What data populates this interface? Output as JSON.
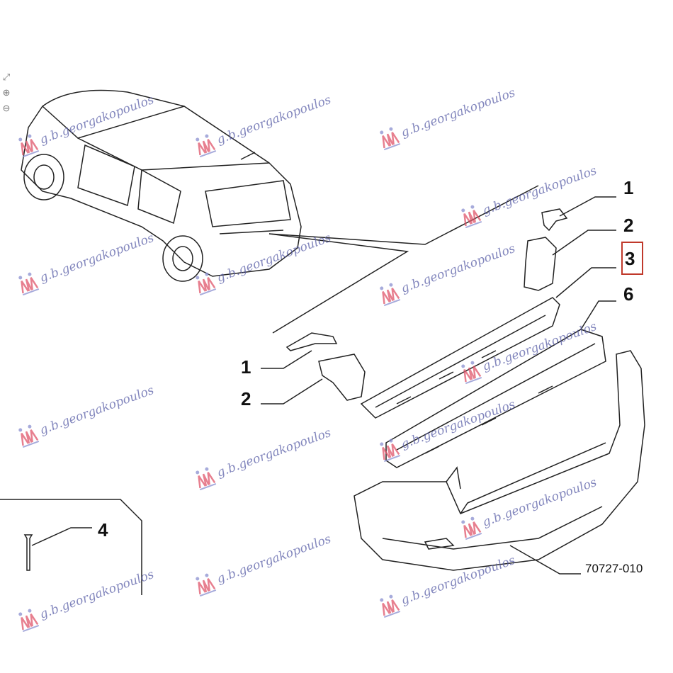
{
  "diagram": {
    "callouts": [
      "1",
      "2",
      "3",
      "6",
      "1",
      "2",
      "4"
    ],
    "highlighted_callout": "3",
    "drawing_code": "70727-010",
    "highlight_color": "#c0392b"
  },
  "watermark": {
    "text": "g.b.georgakopoulos",
    "color": "#5a5fa8",
    "logo_color": "#e0556a"
  },
  "viewer_controls": {
    "fit_icon": "fit-icon",
    "zoom_in_icon": "zoom-in-icon",
    "zoom_out_icon": "zoom-out-icon"
  }
}
